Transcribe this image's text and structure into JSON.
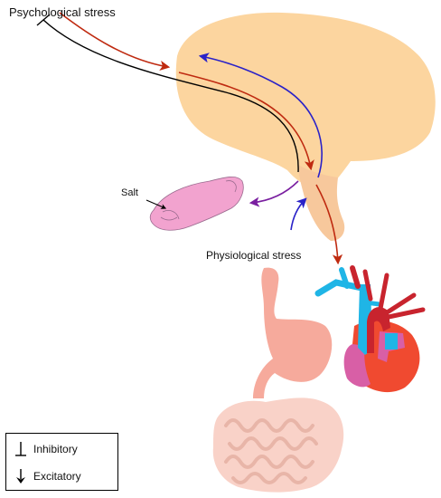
{
  "labels": {
    "psychological_stress": "Psychological stress",
    "salt": "Salt",
    "physiological_stress": "Physiological stress"
  },
  "legend": {
    "inhibitory": "Inhibitory",
    "excitatory": "Excitatory"
  },
  "colors": {
    "brain": "#fcd59f",
    "brainstem": "#f7c89c",
    "tongue": "#f2a3cf",
    "stomach": "#f6aa9c",
    "intestine": "#f9d2c8",
    "red_pathway": "#bf2a10",
    "blue_pathway": "#2a22c8",
    "purple_pathway": "#7a1fa0",
    "inhibitory_pathway": "#000000",
    "heart_red": "#f04a30",
    "heart_pink": "#d85fa6",
    "vessel_blue": "#1fb5e6",
    "vessel_red": "#c8242e"
  }
}
